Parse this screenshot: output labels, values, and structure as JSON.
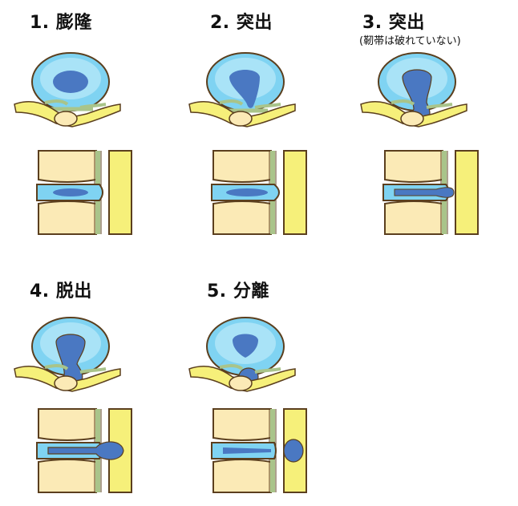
{
  "panels": [
    {
      "title": "1. 膨隆",
      "subtitle": ""
    },
    {
      "title": "2. 突出",
      "subtitle": ""
    },
    {
      "title": "3. 突出",
      "subtitle": "(靭帯は破れていない)"
    },
    {
      "title": "4. 脱出",
      "subtitle": ""
    },
    {
      "title": "5. 分離",
      "subtitle": ""
    }
  ],
  "colors": {
    "outline": "#5b3f1e",
    "nucleus": "#4a78c2",
    "annulus": "#7fd3f2",
    "annulus_inner": "#a9e3f7",
    "bone": "#fbeab6",
    "nerve": "#f6f07a",
    "ligament": "#a9c48a"
  }
}
